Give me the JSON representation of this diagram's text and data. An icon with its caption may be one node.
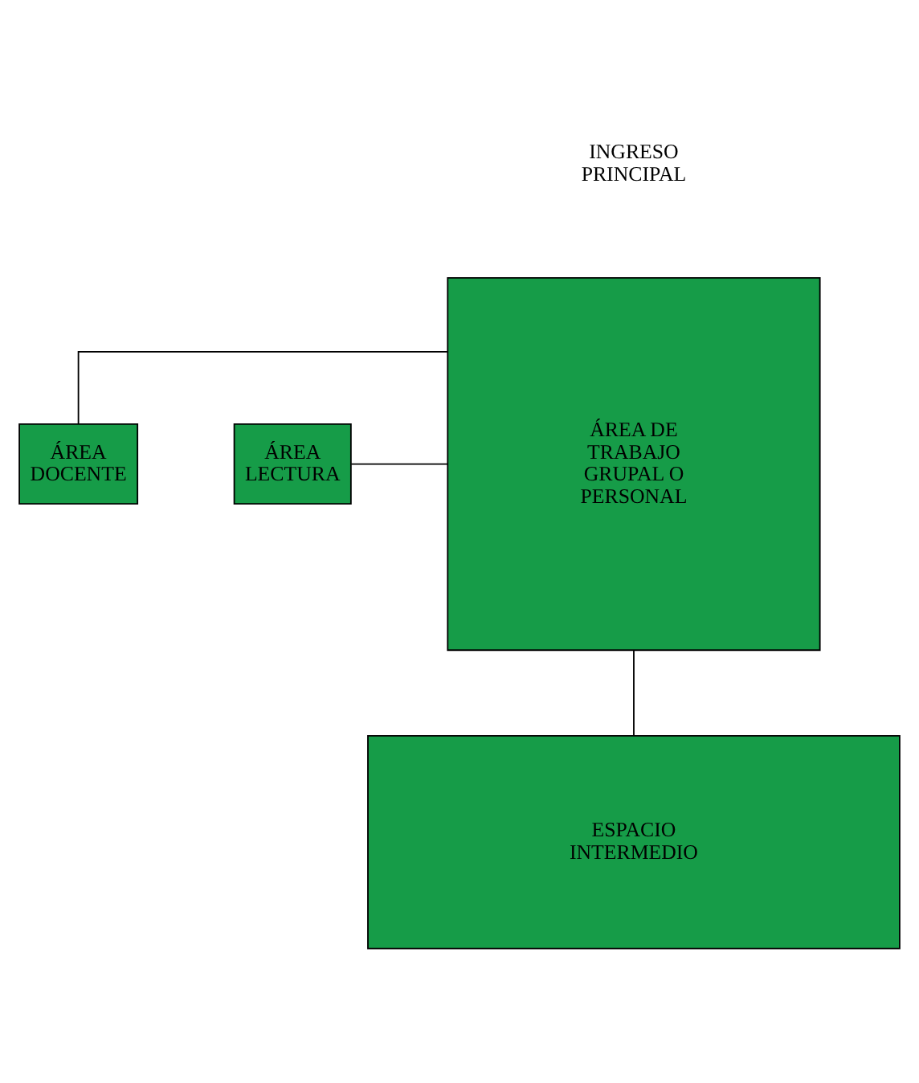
{
  "diagram": {
    "nodes": [
      {
        "text": [
          "ÁREA DOCENTE"
        ]
      },
      {
        "text": [
          "ÁREA LECTURA"
        ]
      },
      {
        "text": [
          "ÁREA DE TRABAJO GRUPAL O PERSONAL"
        ]
      },
      {
        "text": [
          "ESPACIO INTERMEDIO"
        ]
      }
    ],
    "edges": [
      {
        "from": 0,
        "to": 2,
        "arrow": "none"
      },
      {
        "from": 1,
        "to": 2,
        "arrow": "none"
      },
      {
        "from": 2,
        "to": 3,
        "arrow": "none"
      }
    ],
    "labels": [
      "INGRESO PRINCIPAL"
    ]
  }
}
